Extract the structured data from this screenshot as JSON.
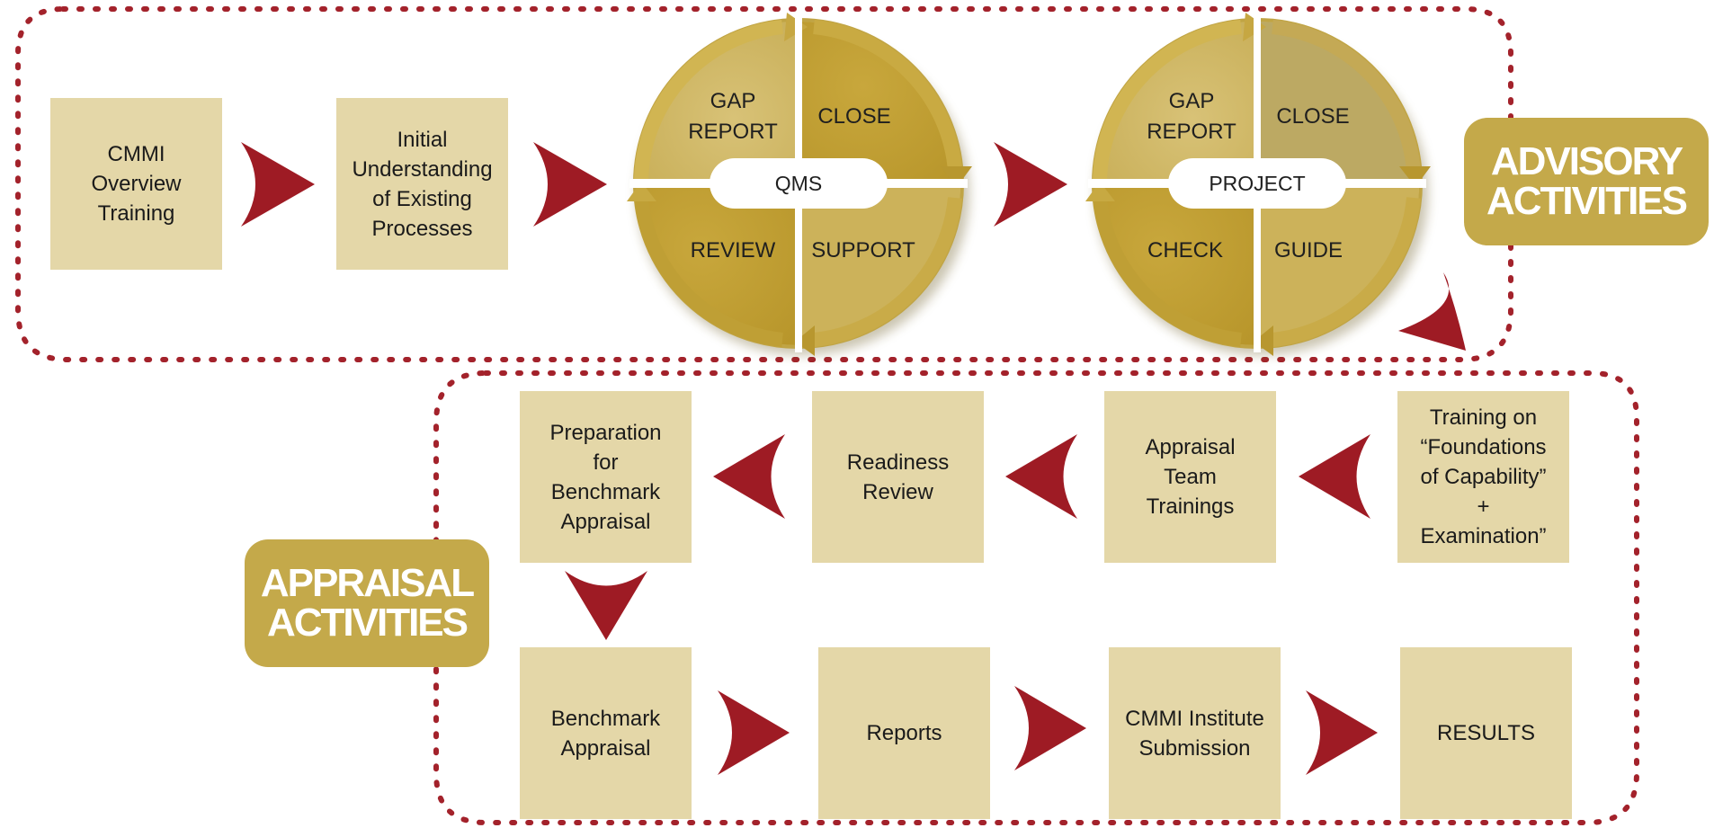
{
  "advisory": {
    "steps": [
      "CMMI\nOverview\nTraining",
      "Initial\nUnderstanding\nof Existing\nProcesses"
    ],
    "cycles": [
      {
        "center": "QMS",
        "quadrants": {
          "top_left": "GAP\nREPORT",
          "top_right": "CLOSE",
          "bottom_left": "REVIEW",
          "bottom_right": "SUPPORT"
        }
      },
      {
        "center": "PROJECT",
        "quadrants": {
          "top_left": "GAP\nREPORT",
          "top_right": "CLOSE",
          "bottom_left": "CHECK",
          "bottom_right": "GUIDE"
        }
      }
    ],
    "badge": "ADVISORY\nACTIVITIES"
  },
  "appraisal": {
    "row1": [
      "Preparation\nfor\nBenchmark\nAppraisal",
      "Readiness\nReview",
      "Appraisal\nTeam\nTrainings",
      "Training on\n“Foundations\nof Capability”\n+\nExamination”"
    ],
    "row2": [
      "Benchmark\nAppraisal",
      "Reports",
      "CMMI Institute\nSubmission",
      "RESULTS"
    ],
    "badge": "APPRAISAL\nACTIVITIES"
  },
  "colors": {
    "box_fill": "#e4d7a8",
    "gold": "#c4a94a",
    "arrow_red": "#9e1b24",
    "border_dots": "#a3222b"
  }
}
